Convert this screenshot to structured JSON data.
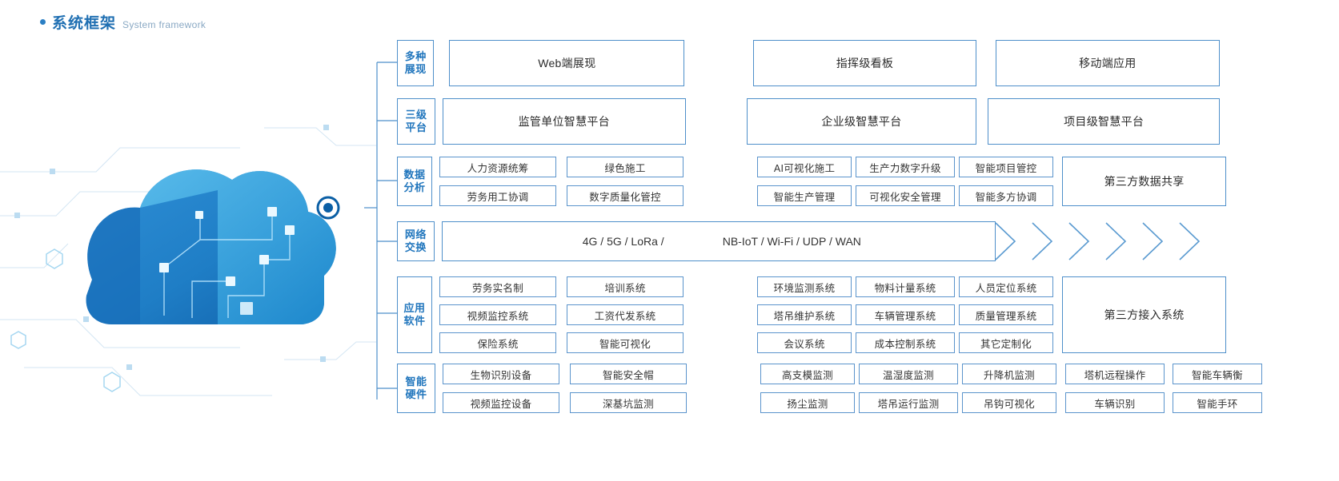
{
  "heading": {
    "cn": "系统框架",
    "en": "System framework",
    "accent": "#1f6fb2"
  },
  "artwork": {
    "name": "cloud-network-illustration",
    "accent": "#1b9ad6",
    "node_color": "#0b5fa5"
  },
  "rows": [
    {
      "key": "presentation",
      "label_lines": [
        "多种",
        "展现"
      ],
      "style": "wide3",
      "cells": [
        "Web端展现",
        "指挥级看板",
        "移动端应用"
      ]
    },
    {
      "key": "platform",
      "label_lines": [
        "三级",
        "平台"
      ],
      "style": "wide3",
      "cells": [
        "监管单位智慧平台",
        "企业级智慧平台",
        "项目级智慧平台"
      ]
    },
    {
      "key": "data-analysis",
      "label_lines": [
        "数据",
        "分析"
      ],
      "style": "grid",
      "left_group": [
        [
          "人力资源统筹",
          "绿色施工"
        ],
        [
          "劳务用工协调",
          "数字质量化管控"
        ]
      ],
      "right_group": [
        [
          "AI可视化施工",
          "生产力数字升级",
          "智能项目管控"
        ],
        [
          "智能生产管理",
          "可视化安全管理",
          "智能多方协调"
        ]
      ],
      "side_box": "第三方数据共享"
    },
    {
      "key": "network-exchange",
      "label_lines": [
        "网络",
        "交换"
      ],
      "style": "network",
      "text_left": "4G / 5G / LoRa /",
      "text_right": "NB-IoT / Wi-Fi / UDP / WAN",
      "chevron_count": 6
    },
    {
      "key": "application-software",
      "label_lines": [
        "应用",
        "软件"
      ],
      "style": "grid3",
      "left_group": [
        [
          "劳务实名制",
          "培训系统"
        ],
        [
          "视频监控系统",
          "工资代发系统"
        ],
        [
          "保险系统",
          "智能可视化"
        ]
      ],
      "right_group": [
        [
          "环境监测系统",
          "物料计量系统",
          "人员定位系统"
        ],
        [
          "塔吊维护系统",
          "车辆管理系统",
          "质量管理系统"
        ],
        [
          "会议系统",
          "成本控制系统",
          "其它定制化"
        ]
      ],
      "side_box": "第三方接入系统"
    },
    {
      "key": "smart-hardware",
      "label_lines": [
        "智能",
        "硬件"
      ],
      "style": "grid-hw",
      "left_group": [
        [
          "生物识别设备",
          "智能安全帽"
        ],
        [
          "视频监控设备",
          "深基坑监测"
        ]
      ],
      "right_group": [
        [
          "高支模监测",
          "温湿度监测",
          "升降机监测"
        ],
        [
          "扬尘监测",
          "塔吊运行监测",
          "吊钩可视化"
        ]
      ],
      "far_group": [
        [
          "塔机远程操作",
          "智能车辆衡"
        ],
        [
          "车辆识别",
          "智能手环"
        ]
      ]
    }
  ]
}
